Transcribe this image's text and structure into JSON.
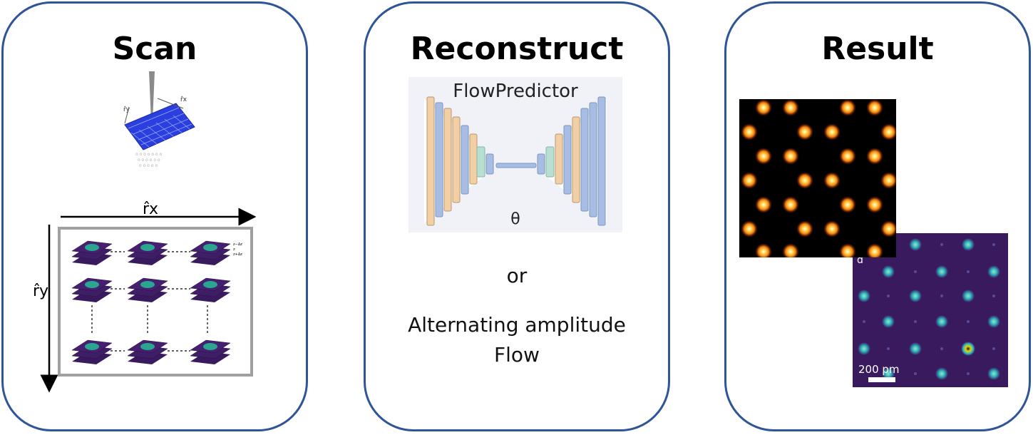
{
  "panels": {
    "scan": {
      "title": "Scan",
      "axis_x_label": "r̂x",
      "axis_y_label": "r̂y",
      "probe_axis_x": "r̂x",
      "probe_axis_y": "r̂y",
      "stack_labels": [
        "z−Δz",
        "z",
        "z+Δz"
      ]
    },
    "reconstruct": {
      "title": "Reconstruct",
      "network_label": "FlowPredictor",
      "latent_label": "θ",
      "or_text": "or",
      "alt_line1": "Alternating amplitude",
      "alt_line2": "Flow"
    },
    "result": {
      "title": "Result",
      "scale_bar_label": "200 pm",
      "inset_letter": "d"
    }
  },
  "colors": {
    "border": "#2f5597",
    "layer_orange": "#f3cfa6",
    "layer_blue": "#a7bde3",
    "layer_teal": "#b8e0d2",
    "stack_purple": "#3a1a5e",
    "stack_spot": "#2aa58f"
  }
}
